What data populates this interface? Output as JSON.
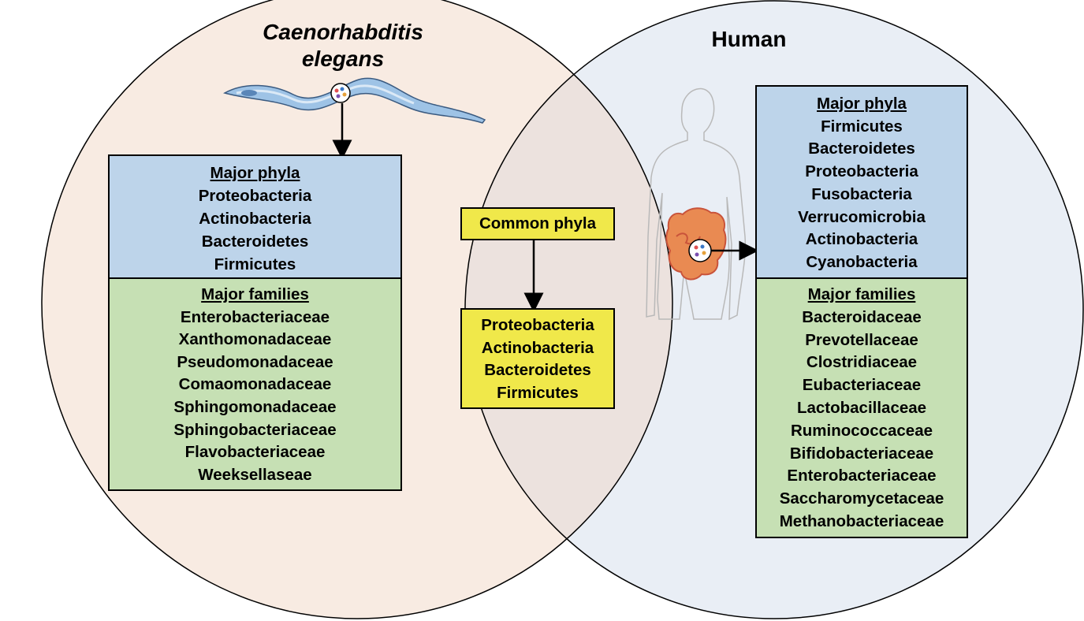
{
  "colors": {
    "celegans_circle": "#f8ebe2",
    "human_circle": "#e9eef5",
    "overlap": "#ece2de",
    "phyla_box": "#bdd4ea",
    "families_box": "#c6e0b4",
    "common_box": "#f0e84a",
    "worm_body": "#9ec3e6"
  },
  "celegans": {
    "title_line1": "Caenorhabditis",
    "title_line2": "elegans",
    "phyla_heading": "Major phyla",
    "phyla": [
      "Proteobacteria",
      "Actinobacteria",
      "Bacteroidetes",
      "Firmicutes"
    ],
    "families_heading": "Major families",
    "families": [
      "Enterobacteriaceae",
      "Xanthomonadaceae",
      "Pseudomonadaceae",
      "Comaomonadaceae",
      "Sphingomonadaceae",
      "Sphingobacteriaceae",
      "Flavobacteriaceae",
      "Weeksellaseae"
    ]
  },
  "human": {
    "title": "Human",
    "phyla_heading": "Major phyla",
    "phyla": [
      "Firmicutes",
      "Bacteroidetes",
      "Proteobacteria",
      "Fusobacteria",
      "Verrucomicrobia",
      "Actinobacteria",
      "Cyanobacteria"
    ],
    "families_heading": "Major families",
    "families": [
      "Bacteroidaceae",
      "Prevotellaceae",
      "Clostridiaceae",
      "Eubacteriaceae",
      "Lactobacillaceae",
      "Ruminococcaceae",
      "Bifidobacteriaceae",
      "Enterobacteriaceae",
      "Saccharomycetaceae",
      "Methanobacteriaceae"
    ]
  },
  "common": {
    "label": "Common phyla",
    "phyla": [
      "Proteobacteria",
      "Actinobacteria",
      "Bacteroidetes",
      "Firmicutes"
    ]
  }
}
